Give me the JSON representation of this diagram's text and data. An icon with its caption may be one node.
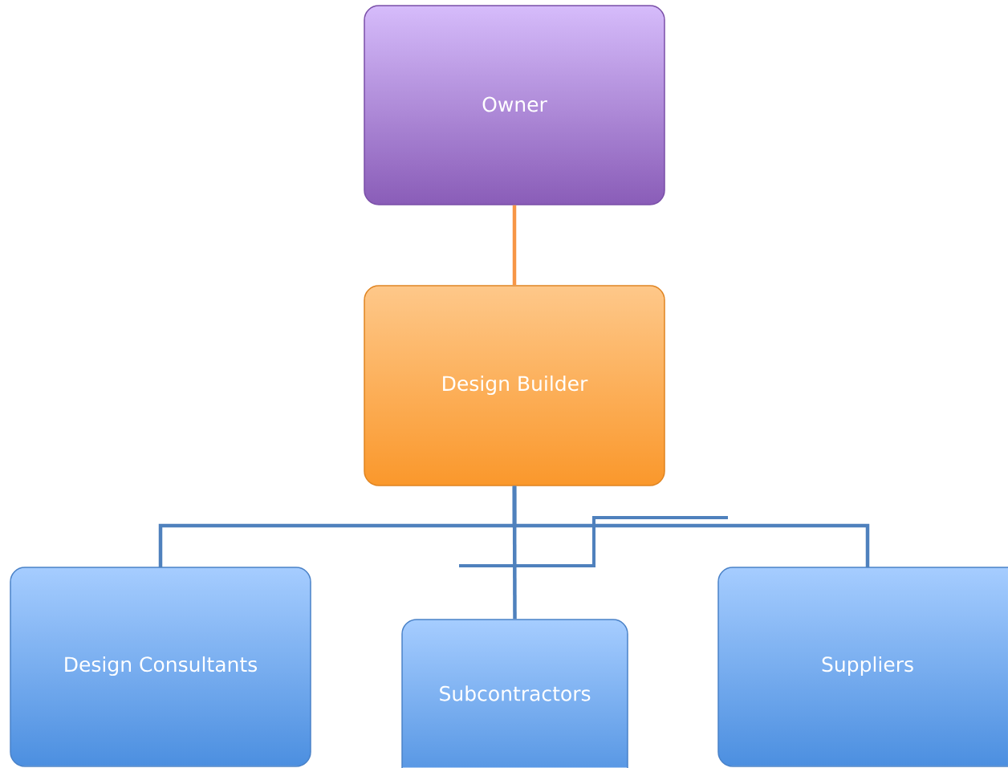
{
  "diagram": {
    "nodes": [
      {
        "text": [
          "Owner"
        ]
      },
      {
        "text": [
          "Design Builder"
        ]
      },
      {
        "text": [
          "Design Consultants"
        ]
      },
      {
        "text": [
          "Subcontractors"
        ]
      },
      {
        "text": [
          "Suppliers"
        ]
      }
    ],
    "edges": [
      {
        "from": 0,
        "to": 1,
        "arrow": "none",
        "color": "#f79646"
      },
      {
        "from": 1,
        "to": 2,
        "arrow": "none"
      },
      {
        "from": 1,
        "to": 3,
        "arrow": "none"
      },
      {
        "from": 1,
        "to": 4,
        "arrow": "none"
      }
    ]
  }
}
